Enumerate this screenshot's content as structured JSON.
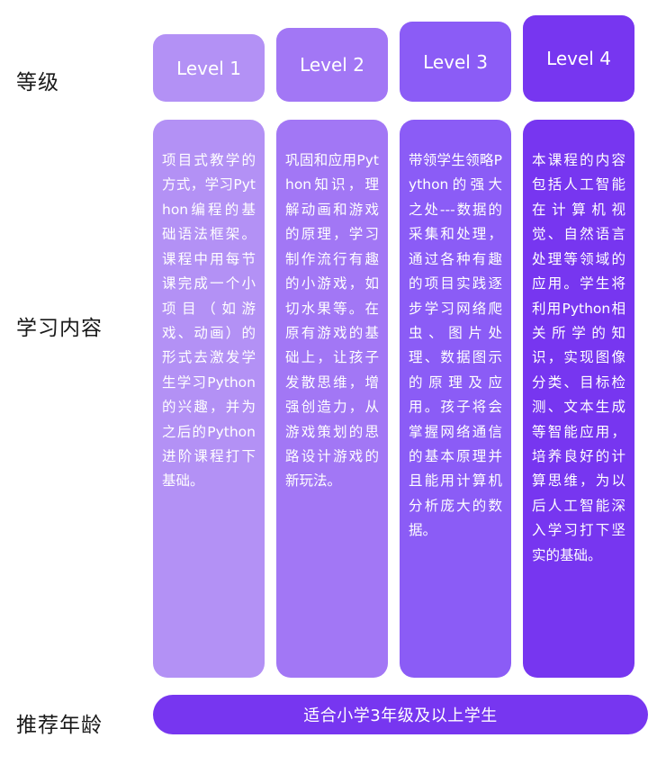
{
  "rows": {
    "level_label": "等级",
    "content_label": "学习内容",
    "age_label": "推荐年龄"
  },
  "colors": {
    "level1": "#b391f5",
    "level2": "#a277f5",
    "level3": "#8b5cf6",
    "level4": "#7736f0",
    "col1_bg": "#b391f5",
    "col2_bg": "#a277f5",
    "col3_bg": "#8b5cf6",
    "col4_bg": "#7736f0",
    "age_bar_bg": "#7736f0",
    "label_text": "#1a1a1a",
    "chip_text": "#ffffff",
    "page_bg": "#ffffff"
  },
  "levels": [
    {
      "id": "level-1",
      "chip_label": "Level 1",
      "content": "项目式教学的方式，学习Python编程的基础语法框架。课程中用每节课完成一个小项目（如游戏、动画）的形式去激发学生学习Python的兴趣，并为之后的Python进阶课程打下基础。"
    },
    {
      "id": "level-2",
      "chip_label": "Level 2",
      "content": "巩固和应用Python知识，理解动画和游戏的原理，学习制作流行有趣的小游戏，如切水果等。在原有游戏的基础上，让孩子发散思维，增强创造力，从游戏策划的思路设计游戏的新玩法。"
    },
    {
      "id": "level-3",
      "chip_label": "Level 3",
      "content": "带领学生领略Python的强大之处---数据的采集和处理，通过各种有趣的项目实践逐步学习网络爬虫、图片处理、数据图示的原理及应用。孩子将会掌握网络通信的基本原理并且能用计算机分析庞大的数据。"
    },
    {
      "id": "level-4",
      "chip_label": "Level 4",
      "content": "本课程的内容包括人工智能在计算机视觉、自然语言处理等领域的应用。学生将利用Python相关所学的知识，实现图像分类、目标检测、文本生成等智能应用，培养良好的计算思维，为以后人工智能深入学习打下坚实的基础。"
    }
  ],
  "age_bar": {
    "text": "适合小学3年级及以上学生"
  }
}
